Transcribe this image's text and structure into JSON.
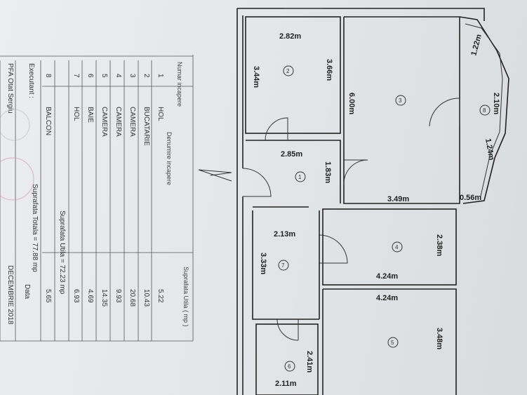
{
  "table": {
    "headers": {
      "nr": "Numar incapere",
      "name": "Denumire incapere",
      "area": "Suprafata Utila ( mp )"
    },
    "rows": [
      {
        "nr": "1",
        "name": "HOL",
        "area": "5.22"
      },
      {
        "nr": "2",
        "name": "BUCATARIE",
        "area": "10.43"
      },
      {
        "nr": "3",
        "name": "CAMERA",
        "area": "20.68"
      },
      {
        "nr": "4",
        "name": "CAMERA",
        "area": "9.93"
      },
      {
        "nr": "5",
        "name": "CAMERA",
        "area": "14.35"
      },
      {
        "nr": "6",
        "name": "BAIE",
        "area": "4.69"
      },
      {
        "nr": "7",
        "name": "HOL",
        "area": "6.93"
      }
    ],
    "useful_area": "Suprafata Utila = 72.23 mp",
    "balcony": {
      "nr": "8",
      "name": "BALCON",
      "area": "5.65"
    },
    "total_area": "Suprafata Totala = 77.88 mp",
    "executant_label": "Executant :",
    "company": "PFA Otat Sergiu",
    "date_label": "Data",
    "date": "DECEMBRIE 2018"
  },
  "plan": {
    "dimensions": {
      "r2_width": "2.82m",
      "r2_len_a": "3.44m",
      "r2_len_b": "3.66m",
      "r3_len": "6.00m",
      "r3_width": "3.49m",
      "bay_a": "1.22m",
      "bay_b": "2.10m",
      "bay_c": "1.24m",
      "bay_d": "0.56m",
      "r1_len": "2.85m",
      "r1_width": "1.83m",
      "r4_width": "2.38m",
      "r4_len": "4.24m",
      "r5_len": "4.24m",
      "r5_width": "3.48m",
      "r7_width": "2.13m",
      "r7_len": "3.33m",
      "r6_width": "2.41m",
      "r6_len": "2.11m"
    },
    "room_numbers": [
      "1",
      "2",
      "3",
      "4",
      "5",
      "6",
      "7",
      "8"
    ]
  }
}
